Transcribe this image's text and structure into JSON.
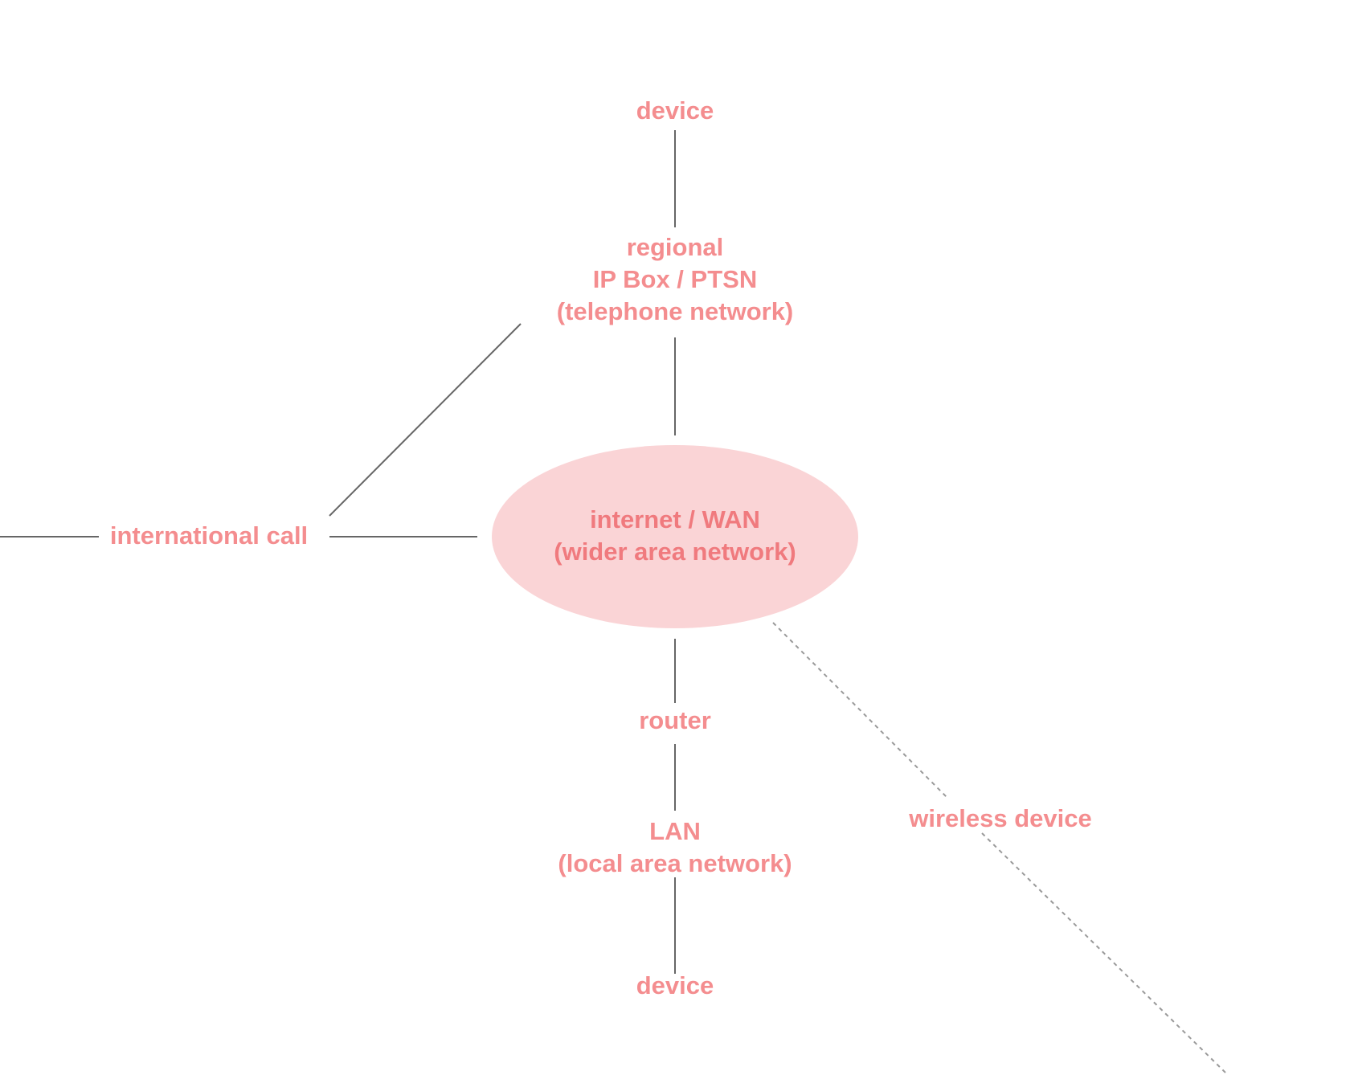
{
  "diagram": {
    "title": "",
    "colors": {
      "label": "#F48D8F",
      "hub_label": "#F07A7E",
      "hub_fill": "#FAD4D6",
      "connector": "#666666",
      "wireless_connector": "#9A9A9A"
    },
    "nodes": {
      "top_device": {
        "label": "device"
      },
      "regional": {
        "lines": [
          "regional",
          "IP Box / PTSN",
          "(telephone network)"
        ]
      },
      "hub": {
        "lines": [
          "internet / WAN",
          "(wider area network)"
        ]
      },
      "international": {
        "label": "international call"
      },
      "router": {
        "label": "router"
      },
      "lan": {
        "lines": [
          "LAN",
          "(local area network)"
        ]
      },
      "bottom_device": {
        "label": "device"
      },
      "wireless": {
        "label": "wireless device"
      }
    },
    "edges": [
      {
        "from": "top_device",
        "to": "regional",
        "style": "solid"
      },
      {
        "from": "regional",
        "to": "hub",
        "style": "solid"
      },
      {
        "from": "international",
        "to": "regional",
        "style": "solid"
      },
      {
        "from": "international",
        "to": "hub",
        "style": "solid"
      },
      {
        "from": "offscreen-left",
        "to": "international",
        "style": "solid"
      },
      {
        "from": "hub",
        "to": "router",
        "style": "solid"
      },
      {
        "from": "router",
        "to": "lan",
        "style": "solid"
      },
      {
        "from": "lan",
        "to": "bottom_device",
        "style": "solid"
      },
      {
        "from": "hub",
        "to": "wireless",
        "style": "dashed"
      }
    ]
  }
}
